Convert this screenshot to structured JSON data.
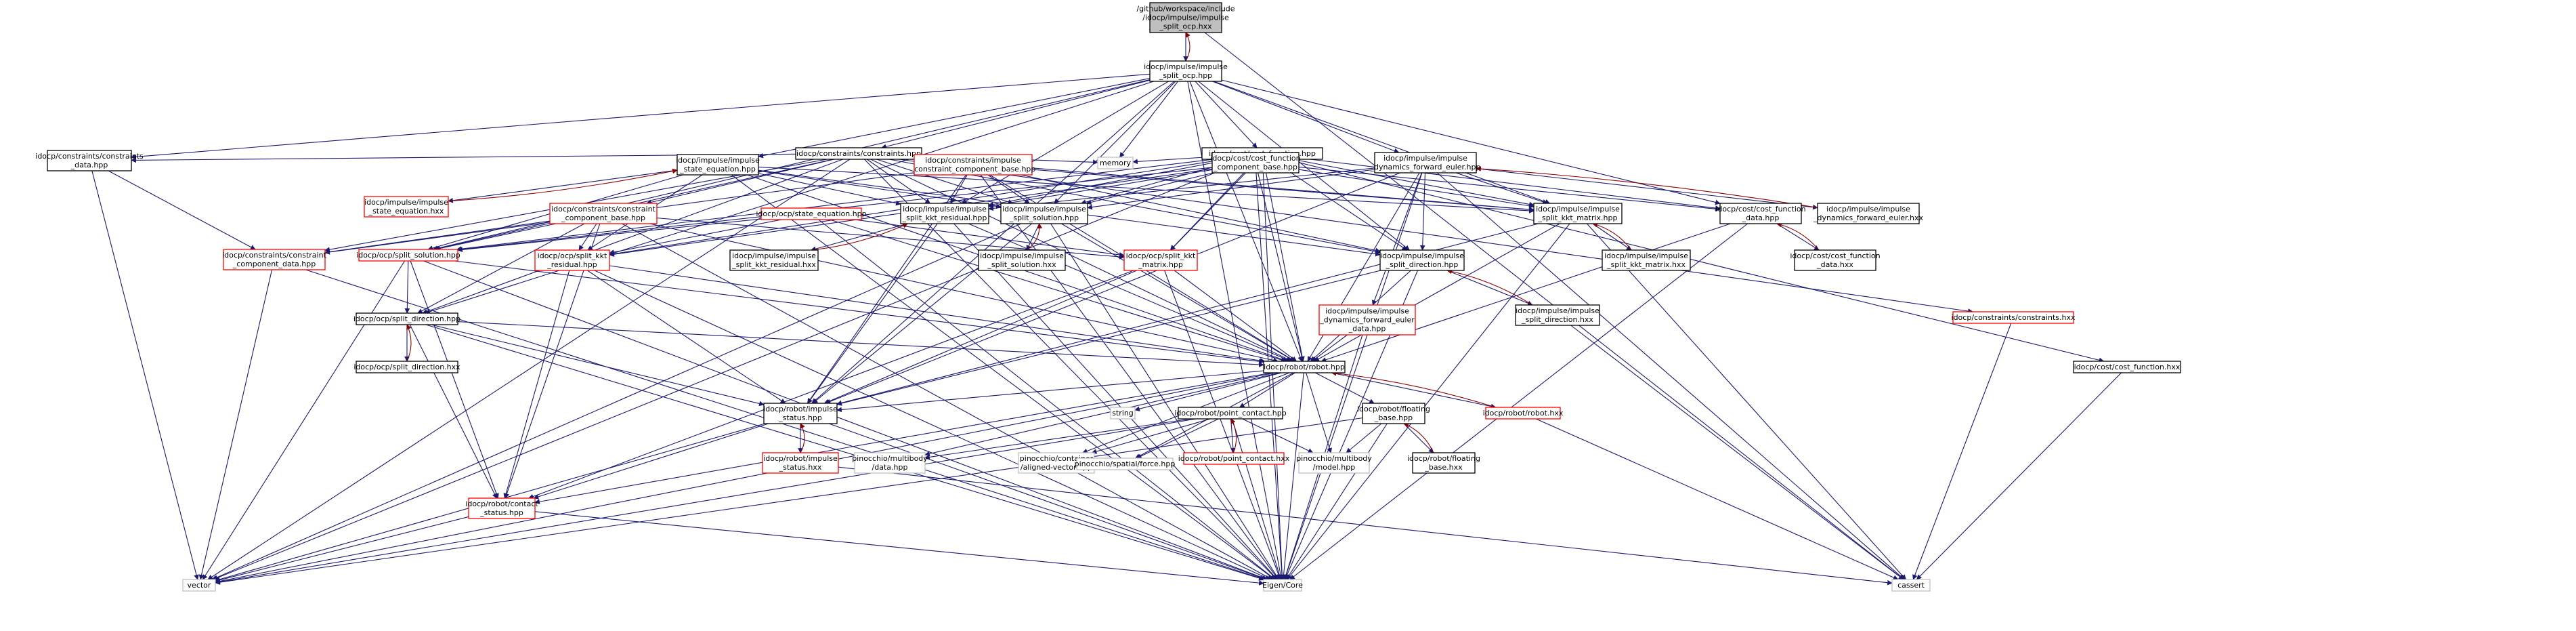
{
  "title": "include dependency graph",
  "colors": {
    "edge": "#191970",
    "edge_back": "#8b0000",
    "node_border": "#000000",
    "ref_border": "#ff0000",
    "lib_border": "#bfbfbf",
    "focus_fill": "#bfbfbf"
  },
  "nodes": [
    {
      "id": "root",
      "kind": "focus",
      "lines": [
        "/github/workspace/include",
        "/idocp/impulse/impulse",
        "_split_ocp.hxx"
      ]
    },
    {
      "id": "split_ocp",
      "kind": "file",
      "lines": [
        "idocp/impulse/impulse",
        "_split_ocp.hpp"
      ]
    },
    {
      "id": "constraints",
      "kind": "file",
      "lines": [
        "idocp/constraints/constraints.hpp"
      ]
    },
    {
      "id": "cost_function",
      "kind": "file",
      "lines": [
        "idocp/cost/cost_function.hpp"
      ]
    },
    {
      "id": "constraints_data",
      "kind": "file",
      "lines": [
        "idocp/constraints/constraints",
        "_data.hpp"
      ]
    },
    {
      "id": "state_eq",
      "kind": "file",
      "lines": [
        "idocp/impulse/impulse",
        "_state_equation.hpp"
      ]
    },
    {
      "id": "constraint_comp_base_imp",
      "kind": "ref",
      "lines": [
        "idocp/constraints/impulse",
        "_constraint_component_base.hpp"
      ]
    },
    {
      "id": "memory",
      "kind": "lib",
      "lines": [
        "memory"
      ]
    },
    {
      "id": "cost_comp_base",
      "kind": "file",
      "lines": [
        "idocp/cost/cost_function",
        "_component_base.hpp"
      ]
    },
    {
      "id": "dyn_euler",
      "kind": "file",
      "lines": [
        "idocp/impulse/impulse",
        "_dynamics_forward_euler.hpp"
      ]
    },
    {
      "id": "state_eq_hxx",
      "kind": "ref",
      "lines": [
        "idocp/impulse/impulse",
        "_state_equation.hxx"
      ]
    },
    {
      "id": "constraint_comp_base",
      "kind": "ref",
      "lines": [
        "idocp/constraints/constraint",
        "_component_base.hpp"
      ]
    },
    {
      "id": "state_equation_ocp",
      "kind": "ref",
      "lines": [
        "idocp/ocp/state_equation.hpp"
      ]
    },
    {
      "id": "kkt_residual",
      "kind": "file",
      "lines": [
        "idocp/impulse/impulse",
        "_split_kkt_residual.hpp"
      ]
    },
    {
      "id": "imp_split_solution",
      "kind": "file",
      "lines": [
        "idocp/impulse/impulse",
        "_split_solution.hpp"
      ]
    },
    {
      "id": "kkt_matrix_imp",
      "kind": "file",
      "lines": [
        "idocp/impulse/impulse",
        "_split_kkt_matrix.hpp"
      ]
    },
    {
      "id": "cost_function_data",
      "kind": "file",
      "lines": [
        "idocp/cost/cost_function",
        "_data.hpp"
      ]
    },
    {
      "id": "dyn_euler_hxx",
      "kind": "file",
      "lines": [
        "idocp/impulse/impulse",
        "_dynamics_forward_euler.hxx"
      ]
    },
    {
      "id": "constraint_comp_data",
      "kind": "ref",
      "lines": [
        "idocp/constraints/constraint",
        "_component_data.hpp"
      ]
    },
    {
      "id": "ocp_split_solution",
      "kind": "ref",
      "lines": [
        "idocp/ocp/split_solution.hpp"
      ]
    },
    {
      "id": "ocp_split_kkt_residual",
      "kind": "ref",
      "lines": [
        "idocp/ocp/split_kkt",
        "_residual.hpp"
      ]
    },
    {
      "id": "kkt_residual_hxx",
      "kind": "file",
      "lines": [
        "idocp/impulse/impulse",
        "_split_kkt_residual.hxx"
      ]
    },
    {
      "id": "imp_split_solution_hxx",
      "kind": "file",
      "lines": [
        "idocp/impulse/impulse",
        "_split_solution.hxx"
      ]
    },
    {
      "id": "ocp_split_kkt_matrix",
      "kind": "ref",
      "lines": [
        "idocp/ocp/split_kkt",
        "_matrix.hpp"
      ]
    },
    {
      "id": "split_direction_imp",
      "kind": "file",
      "lines": [
        "idocp/impulse/impulse",
        "_split_direction.hpp"
      ]
    },
    {
      "id": "kkt_matrix_imp_hxx",
      "kind": "file",
      "lines": [
        "idocp/impulse/impulse",
        "_split_kkt_matrix.hxx"
      ]
    },
    {
      "id": "cost_function_data_hxx",
      "kind": "file",
      "lines": [
        "idocp/cost/cost_function",
        "_data.hxx"
      ]
    },
    {
      "id": "constraints_hxx",
      "kind": "ref",
      "lines": [
        "idocp/constraints/constraints.hxx"
      ]
    },
    {
      "id": "ocp_split_direction",
      "kind": "file",
      "lines": [
        "idocp/ocp/split_direction.hpp"
      ]
    },
    {
      "id": "dyn_euler_data",
      "kind": "ref",
      "lines": [
        "idocp/impulse/impulse",
        "_dynamics_forward_euler",
        "_data.hpp"
      ]
    },
    {
      "id": "split_direction_imp_hxx",
      "kind": "file",
      "lines": [
        "idocp/impulse/impulse",
        "_split_direction.hxx"
      ]
    },
    {
      "id": "cost_function_hxx",
      "kind": "file",
      "lines": [
        "idocp/cost/cost_function.hxx"
      ]
    },
    {
      "id": "ocp_split_direction_hxx",
      "kind": "file",
      "lines": [
        "idocp/ocp/split_direction.hxx"
      ]
    },
    {
      "id": "robot",
      "kind": "file",
      "lines": [
        "idocp/robot/robot.hpp"
      ]
    },
    {
      "id": "impulse_status",
      "kind": "file",
      "lines": [
        "idocp/robot/impulse",
        "_status.hpp"
      ]
    },
    {
      "id": "string",
      "kind": "lib",
      "lines": [
        "string"
      ]
    },
    {
      "id": "point_contact",
      "kind": "file",
      "lines": [
        "idocp/robot/point_contact.hpp"
      ]
    },
    {
      "id": "floating_base",
      "kind": "file",
      "lines": [
        "idocp/robot/floating",
        "_base.hpp"
      ]
    },
    {
      "id": "robot_hxx",
      "kind": "ref",
      "lines": [
        "idocp/robot/robot.hxx"
      ]
    },
    {
      "id": "impulse_status_hxx",
      "kind": "ref",
      "lines": [
        "idocp/robot/impulse",
        "_status.hxx"
      ]
    },
    {
      "id": "pin_data",
      "kind": "lib",
      "lines": [
        "pinocchio/multibody",
        "/data.hpp"
      ]
    },
    {
      "id": "pin_aligned",
      "kind": "lib",
      "lines": [
        "pinocchio/container",
        "/aligned-vector.hpp"
      ]
    },
    {
      "id": "pin_force",
      "kind": "lib",
      "lines": [
        "pinocchio/spatial/force.hpp"
      ]
    },
    {
      "id": "point_contact_hxx",
      "kind": "ref",
      "lines": [
        "idocp/robot/point_contact.hxx"
      ]
    },
    {
      "id": "pin_model",
      "kind": "lib",
      "lines": [
        "pinocchio/multibody",
        "/model.hpp"
      ]
    },
    {
      "id": "floating_base_hxx",
      "kind": "file",
      "lines": [
        "idocp/robot/floating",
        "_base.hxx"
      ]
    },
    {
      "id": "contact_status",
      "kind": "ref",
      "lines": [
        "idocp/robot/contact",
        "_status.hpp"
      ]
    },
    {
      "id": "vector",
      "kind": "lib",
      "lines": [
        "vector"
      ]
    },
    {
      "id": "eigen",
      "kind": "lib",
      "lines": [
        "Eigen/Core"
      ]
    },
    {
      "id": "cassert",
      "kind": "lib",
      "lines": [
        "cassert"
      ]
    }
  ],
  "edges": [
    [
      "root",
      "split_ocp"
    ],
    [
      "split_ocp",
      "root"
    ],
    [
      "root",
      "cassert"
    ],
    [
      "split_ocp",
      "constraints"
    ],
    [
      "split_ocp",
      "cost_function"
    ],
    [
      "split_ocp",
      "memory"
    ],
    [
      "split_ocp",
      "state_eq"
    ],
    [
      "split_ocp",
      "dyn_euler"
    ],
    [
      "split_ocp",
      "kkt_residual"
    ],
    [
      "split_ocp",
      "imp_split_solution"
    ],
    [
      "split_ocp",
      "kkt_matrix_imp"
    ],
    [
      "split_ocp",
      "cost_function_data"
    ],
    [
      "split_ocp",
      "split_direction_imp"
    ],
    [
      "split_ocp",
      "constraints_data"
    ],
    [
      "split_ocp",
      "robot"
    ],
    [
      "split_ocp",
      "impulse_status"
    ],
    [
      "split_ocp",
      "ocp_split_solution"
    ],
    [
      "split_ocp",
      "eigen"
    ],
    [
      "split_ocp",
      "ocp_split_direction"
    ],
    [
      "constraints",
      "constraints_data"
    ],
    [
      "constraints",
      "constraint_comp_base_imp"
    ],
    [
      "constraints",
      "constraint_comp_base"
    ],
    [
      "constraints",
      "memory"
    ],
    [
      "constraints",
      "vector"
    ],
    [
      "constraints",
      "robot"
    ],
    [
      "constraints",
      "constraint_comp_data"
    ],
    [
      "constraints",
      "constraints_hxx"
    ],
    [
      "constraints",
      "kkt_residual"
    ],
    [
      "constraints",
      "kkt_matrix_imp"
    ],
    [
      "constraints",
      "imp_split_solution"
    ],
    [
      "constraints",
      "ocp_split_solution"
    ],
    [
      "constraints",
      "ocp_split_direction"
    ],
    [
      "constraints",
      "split_direction_imp"
    ],
    [
      "constraints",
      "eigen"
    ],
    [
      "cost_function",
      "memory"
    ],
    [
      "cost_function",
      "cost_comp_base"
    ],
    [
      "cost_function",
      "cost_function_data"
    ],
    [
      "cost_function",
      "robot"
    ],
    [
      "cost_function",
      "kkt_residual"
    ],
    [
      "cost_function",
      "kkt_matrix_imp"
    ],
    [
      "cost_function",
      "imp_split_solution"
    ],
    [
      "cost_function",
      "cost_function_hxx"
    ],
    [
      "cost_function",
      "eigen"
    ],
    [
      "cost_function",
      "vector"
    ],
    [
      "cost_function",
      "ocp_split_solution"
    ],
    [
      "cost_function",
      "ocp_split_kkt_residual"
    ],
    [
      "cost_function",
      "ocp_split_kkt_matrix"
    ],
    [
      "cost_function",
      "split_direction_imp"
    ],
    [
      "constraints_data",
      "constraint_comp_data"
    ],
    [
      "constraints_data",
      "vector"
    ],
    [
      "state_eq",
      "state_eq_hxx"
    ],
    [
      "state_eq",
      "robot"
    ],
    [
      "state_eq",
      "kkt_residual"
    ],
    [
      "state_eq",
      "kkt_matrix_imp"
    ],
    [
      "state_eq",
      "imp_split_solution"
    ],
    [
      "state_eq",
      "ocp_split_solution"
    ],
    [
      "state_eq",
      "eigen"
    ],
    [
      "state_eq",
      "split_direction_imp"
    ],
    [
      "state_eq",
      "ocp_split_kkt_residual"
    ],
    [
      "state_eq_hxx",
      "state_eq"
    ],
    [
      "constraint_comp_base_imp",
      "constraint_comp_data"
    ],
    [
      "constraint_comp_base_imp",
      "robot"
    ],
    [
      "constraint_comp_base_imp",
      "kkt_residual"
    ],
    [
      "constraint_comp_base_imp",
      "kkt_matrix_imp"
    ],
    [
      "constraint_comp_base_imp",
      "imp_split_solution"
    ],
    [
      "constraint_comp_base_imp",
      "split_direction_imp"
    ],
    [
      "constraint_comp_base_imp",
      "eigen"
    ],
    [
      "constraint_comp_base_imp",
      "impulse_status"
    ],
    [
      "cost_comp_base",
      "robot"
    ],
    [
      "cost_comp_base",
      "cost_function_data"
    ],
    [
      "cost_comp_base",
      "kkt_residual"
    ],
    [
      "cost_comp_base",
      "kkt_matrix_imp"
    ],
    [
      "cost_comp_base",
      "imp_split_solution"
    ],
    [
      "cost_comp_base",
      "ocp_split_solution"
    ],
    [
      "cost_comp_base",
      "ocp_split_kkt_residual"
    ],
    [
      "cost_comp_base",
      "ocp_split_kkt_matrix"
    ],
    [
      "cost_comp_base",
      "eigen"
    ],
    [
      "dyn_euler",
      "dyn_euler_hxx"
    ],
    [
      "dyn_euler",
      "dyn_euler_data"
    ],
    [
      "dyn_euler",
      "robot"
    ],
    [
      "dyn_euler",
      "impulse_status"
    ],
    [
      "dyn_euler",
      "kkt_residual"
    ],
    [
      "dyn_euler",
      "kkt_matrix_imp"
    ],
    [
      "dyn_euler",
      "imp_split_solution"
    ],
    [
      "dyn_euler",
      "split_direction_imp"
    ],
    [
      "dyn_euler",
      "eigen"
    ],
    [
      "dyn_euler",
      "cassert"
    ],
    [
      "dyn_euler_hxx",
      "dyn_euler"
    ],
    [
      "constraint_comp_base",
      "constraint_comp_data"
    ],
    [
      "constraint_comp_base",
      "robot"
    ],
    [
      "constraint_comp_base",
      "ocp_split_solution"
    ],
    [
      "constraint_comp_base",
      "ocp_split_kkt_residual"
    ],
    [
      "constraint_comp_base",
      "ocp_split_kkt_matrix"
    ],
    [
      "constraint_comp_base",
      "ocp_split_direction"
    ],
    [
      "constraint_comp_base",
      "contact_status"
    ],
    [
      "constraint_comp_base",
      "eigen"
    ],
    [
      "state_equation_ocp",
      "robot"
    ],
    [
      "state_equation_ocp",
      "ocp_split_solution"
    ],
    [
      "state_equation_ocp",
      "ocp_split_kkt_residual"
    ],
    [
      "state_equation_ocp",
      "ocp_split_kkt_matrix"
    ],
    [
      "state_equation_ocp",
      "eigen"
    ],
    [
      "kkt_residual",
      "kkt_residual_hxx"
    ],
    [
      "kkt_residual",
      "robot"
    ],
    [
      "kkt_residual",
      "impulse_status"
    ],
    [
      "kkt_residual",
      "eigen"
    ],
    [
      "kkt_residual_hxx",
      "kkt_residual"
    ],
    [
      "imp_split_solution",
      "imp_split_solution_hxx"
    ],
    [
      "imp_split_solution",
      "robot"
    ],
    [
      "imp_split_solution",
      "impulse_status"
    ],
    [
      "imp_split_solution",
      "eigen"
    ],
    [
      "imp_split_solution",
      "vector"
    ],
    [
      "imp_split_solution_hxx",
      "imp_split_solution"
    ],
    [
      "kkt_matrix_imp",
      "kkt_matrix_imp_hxx"
    ],
    [
      "kkt_matrix_imp",
      "robot"
    ],
    [
      "kkt_matrix_imp",
      "impulse_status"
    ],
    [
      "kkt_matrix_imp",
      "eigen"
    ],
    [
      "kkt_matrix_imp",
      "cassert"
    ],
    [
      "kkt_matrix_imp_hxx",
      "kkt_matrix_imp"
    ],
    [
      "cost_function_data",
      "cost_function_data_hxx"
    ],
    [
      "cost_function_data",
      "robot"
    ],
    [
      "cost_function_data",
      "eigen"
    ],
    [
      "cost_function_data_hxx",
      "cost_function_data"
    ],
    [
      "constraint_comp_data",
      "vector"
    ],
    [
      "constraint_comp_data",
      "eigen"
    ],
    [
      "ocp_split_solution",
      "ocp_split_direction"
    ],
    [
      "ocp_split_solution",
      "robot"
    ],
    [
      "ocp_split_solution",
      "contact_status"
    ],
    [
      "ocp_split_solution",
      "eigen"
    ],
    [
      "ocp_split_solution",
      "vector"
    ],
    [
      "ocp_split_kkt_residual",
      "robot"
    ],
    [
      "ocp_split_kkt_residual",
      "contact_status"
    ],
    [
      "ocp_split_kkt_residual",
      "eigen"
    ],
    [
      "ocp_split_kkt_residual",
      "impulse_status"
    ],
    [
      "ocp_split_kkt_matrix",
      "robot"
    ],
    [
      "ocp_split_kkt_matrix",
      "contact_status"
    ],
    [
      "ocp_split_kkt_matrix",
      "eigen"
    ],
    [
      "ocp_split_kkt_matrix",
      "impulse_status"
    ],
    [
      "split_direction_imp",
      "split_direction_imp_hxx"
    ],
    [
      "split_direction_imp",
      "robot"
    ],
    [
      "split_direction_imp",
      "impulse_status"
    ],
    [
      "split_direction_imp",
      "eigen"
    ],
    [
      "split_direction_imp_hxx",
      "split_direction_imp"
    ],
    [
      "split_direction_imp_hxx",
      "cassert"
    ],
    [
      "constraints_hxx",
      "cassert"
    ],
    [
      "cost_function_hxx",
      "cassert"
    ],
    [
      "ocp_split_direction",
      "ocp_split_direction_hxx"
    ],
    [
      "ocp_split_direction",
      "robot"
    ],
    [
      "ocp_split_direction",
      "contact_status"
    ],
    [
      "ocp_split_direction",
      "impulse_status"
    ],
    [
      "ocp_split_direction",
      "eigen"
    ],
    [
      "ocp_split_direction_hxx",
      "ocp_split_direction"
    ],
    [
      "dyn_euler_data",
      "robot"
    ],
    [
      "dyn_euler_data",
      "eigen"
    ],
    [
      "robot",
      "impulse_status"
    ],
    [
      "robot",
      "string"
    ],
    [
      "robot",
      "point_contact"
    ],
    [
      "robot",
      "floating_base"
    ],
    [
      "robot",
      "robot_hxx"
    ],
    [
      "robot",
      "pin_data"
    ],
    [
      "robot",
      "pin_aligned"
    ],
    [
      "robot",
      "pin_force"
    ],
    [
      "robot",
      "pin_model"
    ],
    [
      "robot",
      "contact_status"
    ],
    [
      "robot",
      "vector"
    ],
    [
      "robot",
      "eigen"
    ],
    [
      "robot_hxx",
      "robot"
    ],
    [
      "robot_hxx",
      "cassert"
    ],
    [
      "impulse_status",
      "impulse_status_hxx"
    ],
    [
      "impulse_status",
      "contact_status"
    ],
    [
      "impulse_status",
      "vector"
    ],
    [
      "impulse_status",
      "eigen"
    ],
    [
      "impulse_status_hxx",
      "impulse_status"
    ],
    [
      "impulse_status_hxx",
      "cassert"
    ],
    [
      "point_contact",
      "point_contact_hxx"
    ],
    [
      "point_contact",
      "pin_data"
    ],
    [
      "point_contact",
      "pin_model"
    ],
    [
      "point_contact",
      "pin_aligned"
    ],
    [
      "point_contact",
      "pin_force"
    ],
    [
      "point_contact",
      "eigen"
    ],
    [
      "point_contact",
      "vector"
    ],
    [
      "point_contact_hxx",
      "point_contact"
    ],
    [
      "floating_base",
      "floating_base_hxx"
    ],
    [
      "floating_base",
      "pin_model"
    ],
    [
      "floating_base",
      "eigen"
    ],
    [
      "floating_base",
      "vector"
    ],
    [
      "floating_base_hxx",
      "floating_base"
    ],
    [
      "contact_status",
      "vector"
    ],
    [
      "contact_status",
      "eigen"
    ]
  ]
}
